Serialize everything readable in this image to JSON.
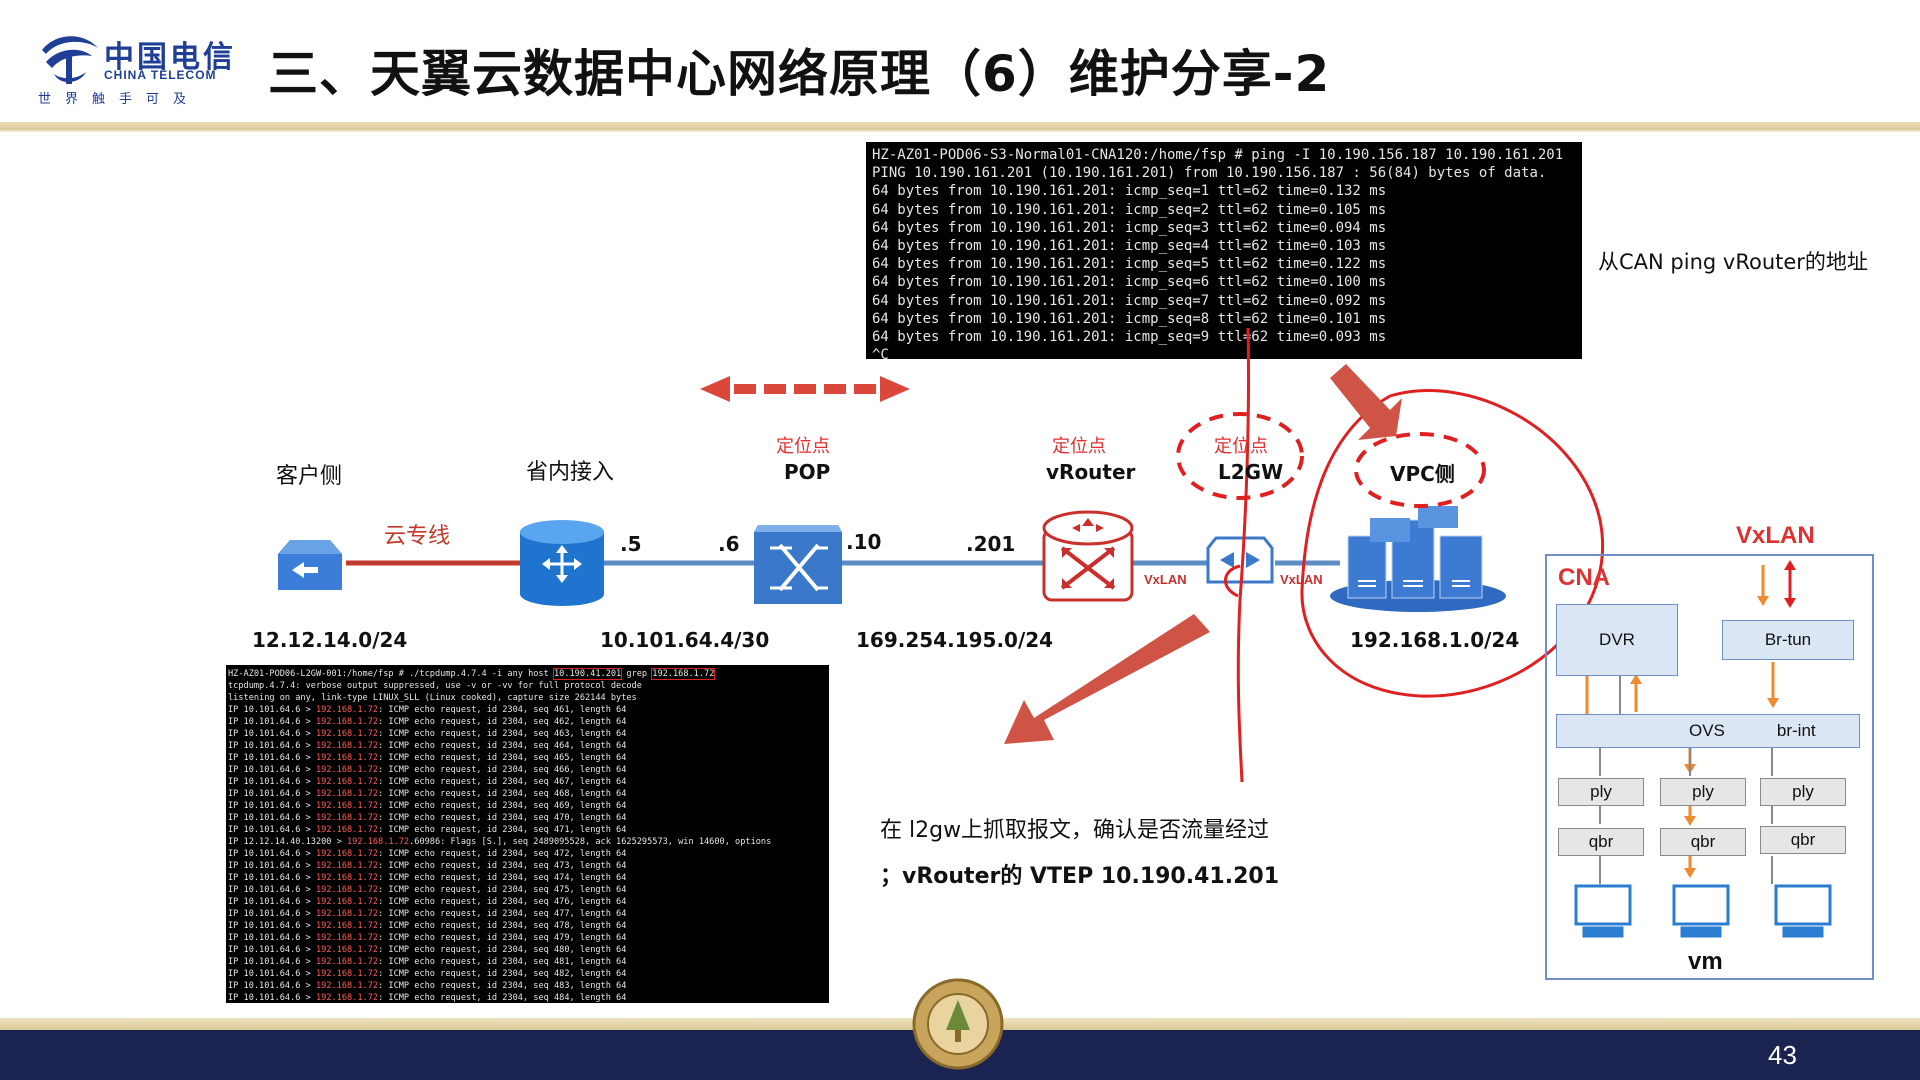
{
  "header": {
    "logo_cn": "中国电信",
    "logo_en": "CHINA TELECOM",
    "logo_slogan": "世界触手可及",
    "title": "三、天翼云数据中心网络原理（6）维护分享-2"
  },
  "terminal_top": {
    "lines": [
      "HZ-AZ01-POD06-S3-Normal01-CNA120:/home/fsp # ping -I 10.190.156.187 10.190.161.201",
      "PING 10.190.161.201 (10.190.161.201) from 10.190.156.187 : 56(84) bytes of data.",
      "64 bytes from 10.190.161.201: icmp_seq=1 ttl=62 time=0.132 ms",
      "64 bytes from 10.190.161.201: icmp_seq=2 ttl=62 time=0.105 ms",
      "64 bytes from 10.190.161.201: icmp_seq=3 ttl=62 time=0.094 ms",
      "64 bytes from 10.190.161.201: icmp_seq=4 ttl=62 time=0.103 ms",
      "64 bytes from 10.190.161.201: icmp_seq=5 ttl=62 time=0.122 ms",
      "64 bytes from 10.190.161.201: icmp_seq=6 ttl=62 time=0.100 ms",
      "64 bytes from 10.190.161.201: icmp_seq=7 ttl=62 time=0.092 ms",
      "64 bytes from 10.190.161.201: icmp_seq=8 ttl=62 time=0.101 ms",
      "64 bytes from 10.190.161.201: icmp_seq=9 ttl=62 time=0.093 ms",
      "^C"
    ]
  },
  "terminal_bottom": {
    "cmd_prefix": "HZ-AZ01-POD06-L2GW-001:/home/fsp # ./tcpdump.4.7.4 -i any host ",
    "cmd_host": "10.190.41.201",
    "cmd_mid": " grep ",
    "cmd_grep": "192.168.1.72",
    "info_lines": [
      "tcpdump.4.7.4: verbose output suppressed, use -v or -vv for full protocol decode",
      "listening on any, link-type LINUX_SLL (Linux cooked), capture size 262144 bytes"
    ],
    "src": "IP 10.101.64.6 > ",
    "dst": "192.168.1.72",
    "echo_rows_a": [
      ": ICMP echo request, id 2304, seq 461, length 64",
      ": ICMP echo request, id 2304, seq 462, length 64",
      ": ICMP echo request, id 2304, seq 463, length 64",
      ": ICMP echo request, id 2304, seq 464, length 64",
      ": ICMP echo request, id 2304, seq 465, length 64",
      ": ICMP echo request, id 2304, seq 466, length 64",
      ": ICMP echo request, id 2304, seq 467, length 64",
      ": ICMP echo request, id 2304, seq 468, length 64",
      ": ICMP echo request, id 2304, seq 469, length 64",
      ": ICMP echo request, id 2304, seq 470, length 64",
      ": ICMP echo request, id 2304, seq 471, length 64"
    ],
    "tcp_prefix": "IP 12.12.14.40.13200 > ",
    "tcp_dst": "192.168.1.72",
    "tcp_rest": ".60986: Flags [S.], seq 2489095528, ack 1625295573, win 14600, options",
    "echo_rows_b": [
      ": ICMP echo request, id 2304, seq 472, length 64",
      ": ICMP echo request, id 2304, seq 473, length 64",
      ": ICMP echo request, id 2304, seq 474, length 64",
      ": ICMP echo request, id 2304, seq 475, length 64",
      ": ICMP echo request, id 2304, seq 476, length 64",
      ": ICMP echo request, id 2304, seq 477, length 64",
      ": ICMP echo request, id 2304, seq 478, length 64",
      ": ICMP echo request, id 2304, seq 479, length 64",
      ": ICMP echo request, id 2304, seq 480, length 64",
      ": ICMP echo request, id 2304, seq 481, length 64",
      ": ICMP echo request, id 2304, seq 482, length 64",
      ": ICMP echo request, id 2304, seq 483, length 64",
      ": ICMP echo request, id 2304, seq 484, length 64"
    ]
  },
  "annotations": {
    "ping_note": "从CAN ping vRouter的地址",
    "capture_note_line1": "在 l2gw上抓取报文，确认是否流量经过",
    "capture_note_line2": "；vRouter的 VTEP 10.190.41.201"
  },
  "topology": {
    "nodes": {
      "customer": "客户侧",
      "province": "省内接入",
      "pop_tag": "定位点",
      "pop": "POP",
      "vrouter_tag": "定位点",
      "vrouter": "vRouter",
      "l2gw_tag": "定位点",
      "l2gw": "L2GW",
      "vpc": "VPC侧"
    },
    "link_cloud": "云专线",
    "ports": {
      "p5": ".5",
      "p6": ".6",
      "p10": ".10",
      "p201": ".201"
    },
    "vxlan_left": "VxLAN",
    "vxlan_right": "VxLAN",
    "subnets": {
      "customer": "12.12.14.0/24",
      "province": "10.101.64.4/30",
      "vrouter": "169.254.195.0/24",
      "vpc": "192.168.1.0/24"
    }
  },
  "cna_panel": {
    "vxlan": "VxLAN",
    "cna": "CNA",
    "dvr": "DVR",
    "br_tun": "Br-tun",
    "ovs": "OVS",
    "br_int": "br-int",
    "ply": [
      "ply",
      "ply",
      "ply"
    ],
    "qbr": [
      "qbr",
      "qbr",
      "qbr"
    ],
    "vm": "vm"
  },
  "footer": {
    "page": "43"
  },
  "colors": {
    "brand_blue": "#1f3f96",
    "footer_navy": "#1b2351",
    "annot_red": "#e03030",
    "arrow_orange": "#f08a2e"
  }
}
